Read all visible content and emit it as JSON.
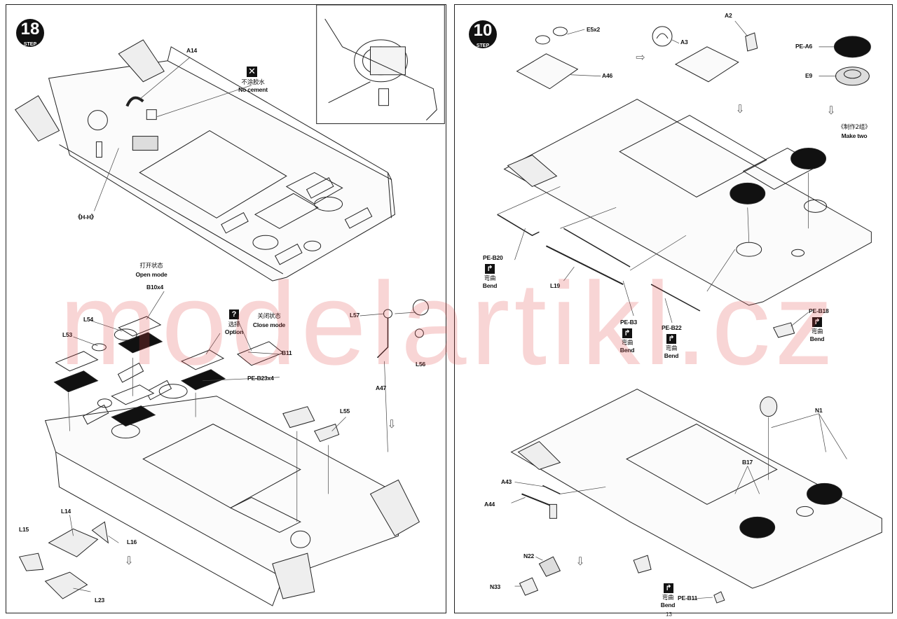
{
  "left_page": {
    "step_number": "18",
    "step_word": "STEP",
    "labels": {
      "a14": "A14",
      "no_cement_cn": "不涂胶水",
      "no_cement_en": "No cement",
      "hh": "《H-H》",
      "open_cn": "打开状态",
      "open_en": "Open mode",
      "b10": "B10x4",
      "l54": "L54",
      "l53": "L53",
      "option_cn": "选择",
      "option_en": "Option",
      "close_cn": "关闭状态",
      "close_en": "Close mode",
      "b11": "B11",
      "pe_b23": "PE-B23x4",
      "l57": "L57",
      "l56": "L56",
      "a47": "A47",
      "l55": "L55",
      "l14": "L14",
      "l15": "L15",
      "l16": "L16",
      "l23": "L23"
    },
    "option_symbol": "?",
    "no_cement_symbol": "✕"
  },
  "right_page": {
    "step_number": "10",
    "step_word": "STEP",
    "labels": {
      "e5": "E5x2",
      "a2": "A2",
      "a3": "A3",
      "a46": "A46",
      "pe_a6": "PE-A6",
      "e9": "E9",
      "make_two_cn": "《制作2组》",
      "make_two_en": "Make two",
      "pe_b20": "PE-B20",
      "l19": "L19",
      "pe_b3": "PE-B3",
      "pe_b22": "PE-B22",
      "pe_b18": "PE-B18",
      "n1": "N1",
      "b17": "B17",
      "a43": "A43",
      "a44": "A44",
      "n22": "N22",
      "n33": "N33",
      "pe_b11": "PE-B11"
    },
    "bend_cn": "弯曲",
    "bend_en": "Bend",
    "bend_symbol": "↱"
  },
  "watermark": "modelartikl.cz",
  "page_number": "13"
}
